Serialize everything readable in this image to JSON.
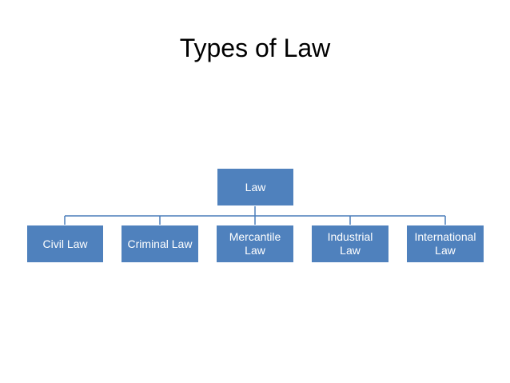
{
  "slide": {
    "title": "Types of Law"
  },
  "diagram": {
    "root": {
      "label": "Law"
    },
    "children": [
      {
        "label": "Civil Law"
      },
      {
        "label": "Criminal Law"
      },
      {
        "label": "Mercantile Law"
      },
      {
        "label": "Industrial Law"
      },
      {
        "label": "International Law"
      }
    ]
  },
  "colors": {
    "box_fill": "#4F81BD",
    "box_text": "#FFFFFF",
    "connector": "#4A7DBA",
    "background": "#FFFFFF"
  }
}
